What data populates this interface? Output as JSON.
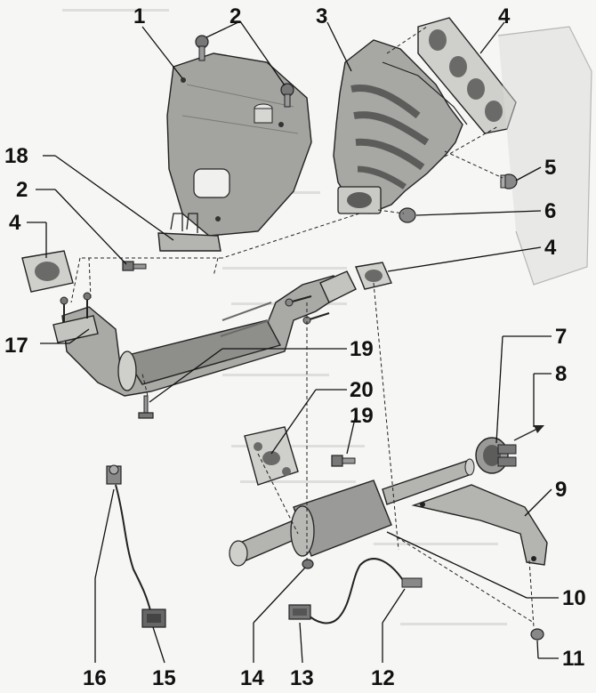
{
  "callouts": {
    "c1": "1",
    "c2a": "2",
    "c3": "3",
    "c4a": "4",
    "c18": "18",
    "c2b": "2",
    "c4b": "4",
    "c5": "5",
    "c6": "6",
    "c4c": "4",
    "c17": "17",
    "c19a": "19",
    "c20": "20",
    "c19b": "19",
    "c7": "7",
    "c8": "8",
    "c9": "9",
    "c10": "10",
    "c11": "11",
    "c12": "12",
    "c13": "13",
    "c14": "14",
    "c15": "15",
    "c16": "16"
  },
  "colors": {
    "background": "#f6f6f4",
    "metal": "#9a9a98",
    "metal_light": "#c9c9c6",
    "metal_dark": "#5c5c5a",
    "line": "#111111"
  }
}
